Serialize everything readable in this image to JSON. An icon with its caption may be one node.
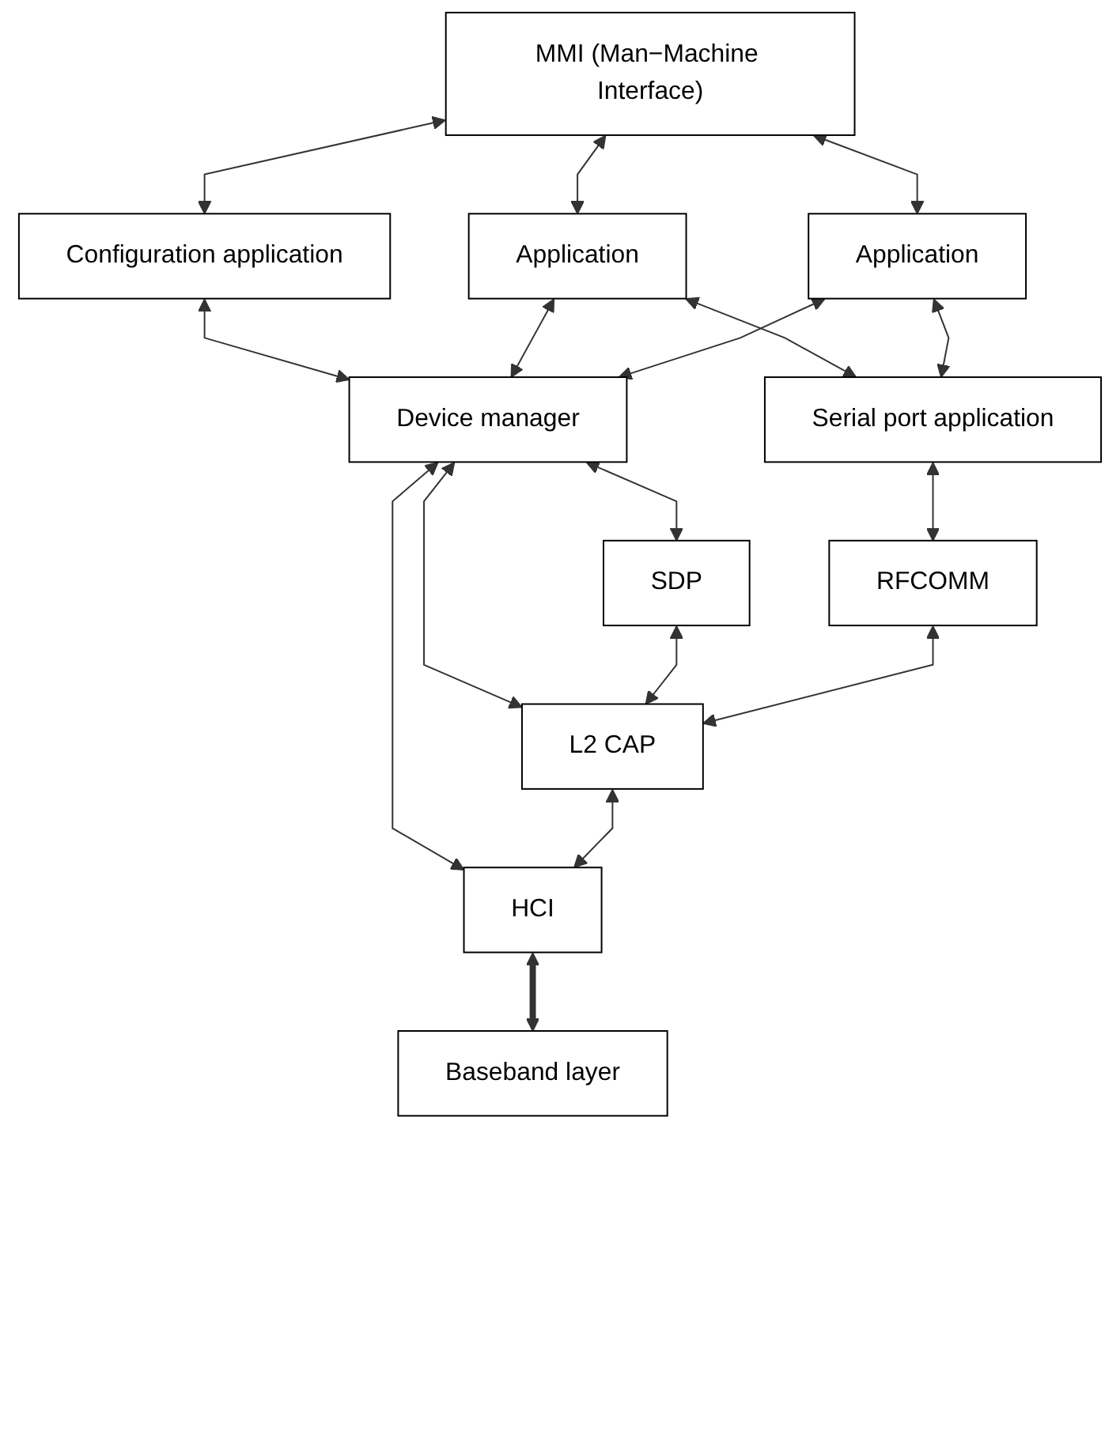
{
  "diagram": {
    "nodes": [
      {
        "text": [
          "MMI (Man−Machine Interface)"
        ]
      },
      {
        "text": [
          "Configuration application"
        ]
      },
      {
        "text": [
          "Application"
        ]
      },
      {
        "text": [
          "Application"
        ]
      },
      {
        "text": [
          "Device manager"
        ]
      },
      {
        "text": [
          "Serial port application"
        ]
      },
      {
        "text": [
          "SDP"
        ]
      },
      {
        "text": [
          "RFCOMM"
        ]
      },
      {
        "text": [
          "HCI"
        ]
      },
      {
        "text": [
          "L2 CAP"
        ]
      },
      {
        "text": [
          "Baseband layer"
        ]
      }
    ],
    "edges": [
      {
        "from": 0,
        "to": 1,
        "arrow": "both"
      },
      {
        "from": 0,
        "to": 2,
        "arrow": "both"
      },
      {
        "from": 0,
        "to": 3,
        "arrow": "both"
      },
      {
        "from": 1,
        "to": 4,
        "arrow": "both"
      },
      {
        "from": 2,
        "to": 4,
        "arrow": "both"
      },
      {
        "from": 3,
        "to": 4,
        "arrow": "both"
      },
      {
        "from": 2,
        "to": 5,
        "arrow": "both"
      },
      {
        "from": 3,
        "to": 5,
        "arrow": "both"
      },
      {
        "from": 4,
        "to": 8,
        "arrow": "both"
      },
      {
        "from": 4,
        "to": 9,
        "arrow": "both"
      },
      {
        "from": 4,
        "to": 6,
        "arrow": "both"
      },
      {
        "from": 5,
        "to": 7,
        "arrow": "both"
      },
      {
        "from": 6,
        "to": 9,
        "arrow": "both"
      },
      {
        "from": 7,
        "to": 9,
        "arrow": "both"
      },
      {
        "from": 9,
        "to": 8,
        "arrow": "both"
      },
      {
        "from": 8,
        "to": 10,
        "arrow": "both",
        "style": "thick"
      }
    ]
  }
}
